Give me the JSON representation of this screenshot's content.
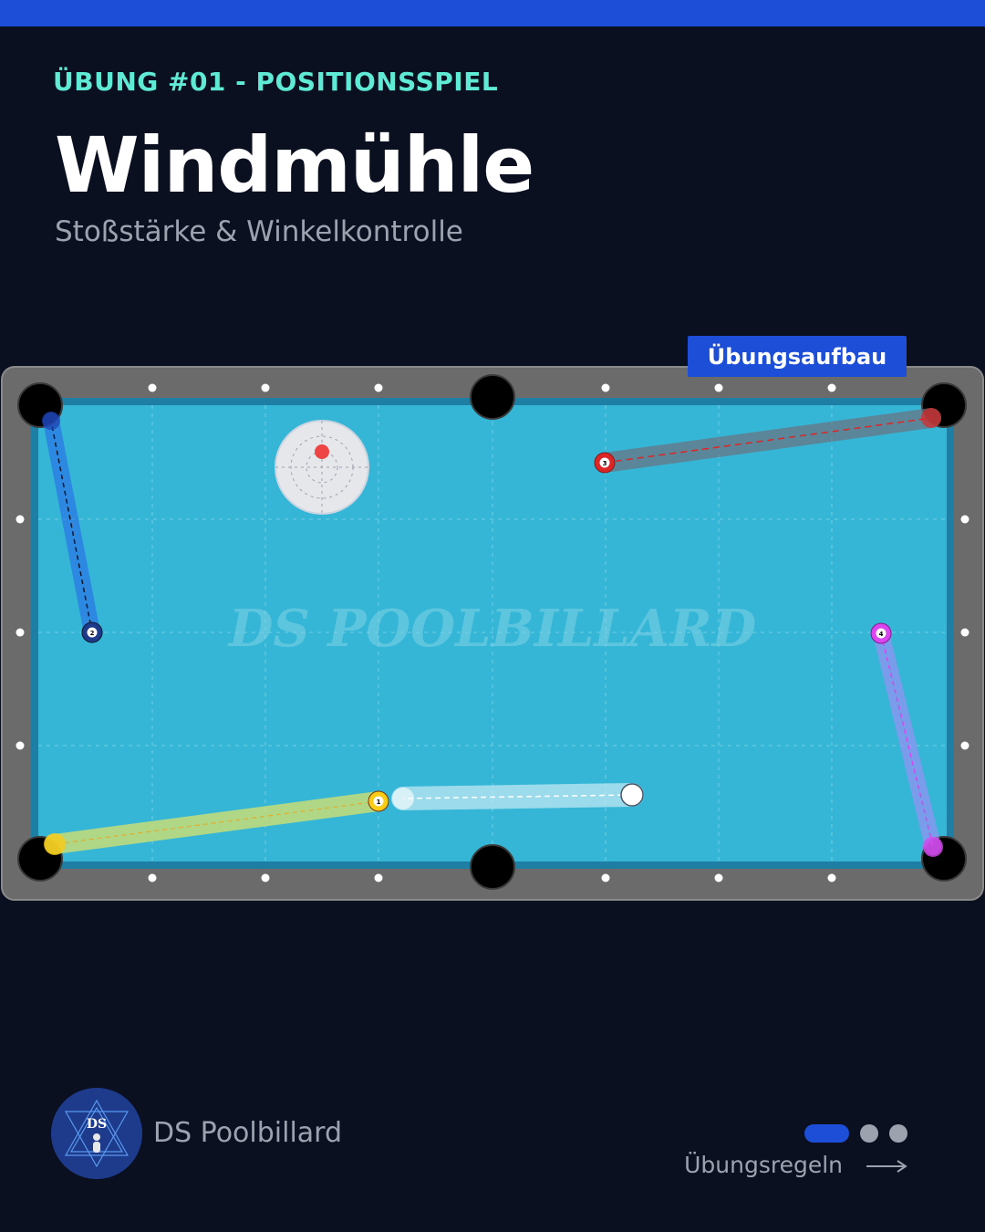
{
  "header": {
    "kicker": "ÜBUNG #01 - POSITIONSSPIEL",
    "title": "Windmühle",
    "subtitle": "Stoßstärke & Winkelkontrolle"
  },
  "table": {
    "badge_label": "Übungsaufbau",
    "watermark": "DS POOLBILLARD",
    "cloth_color": "#36b6d6",
    "rail_color": "#6b6b6b",
    "balls": [
      {
        "name": "ball-1",
        "number": "1",
        "color": "#facc15"
      },
      {
        "name": "ball-2",
        "number": "2",
        "color": "#1e3a8a"
      },
      {
        "name": "ball-3",
        "number": "3",
        "color": "#dc2626"
      },
      {
        "name": "ball-4",
        "number": "4",
        "color": "#d946ef"
      },
      {
        "name": "cue-ball",
        "number": "",
        "color": "#ffffff"
      }
    ]
  },
  "footer": {
    "brand": "DS Poolbillard",
    "logo_text": "DS",
    "next_label": "Übungsregeln",
    "pagination": {
      "current": 1,
      "total": 3
    }
  }
}
